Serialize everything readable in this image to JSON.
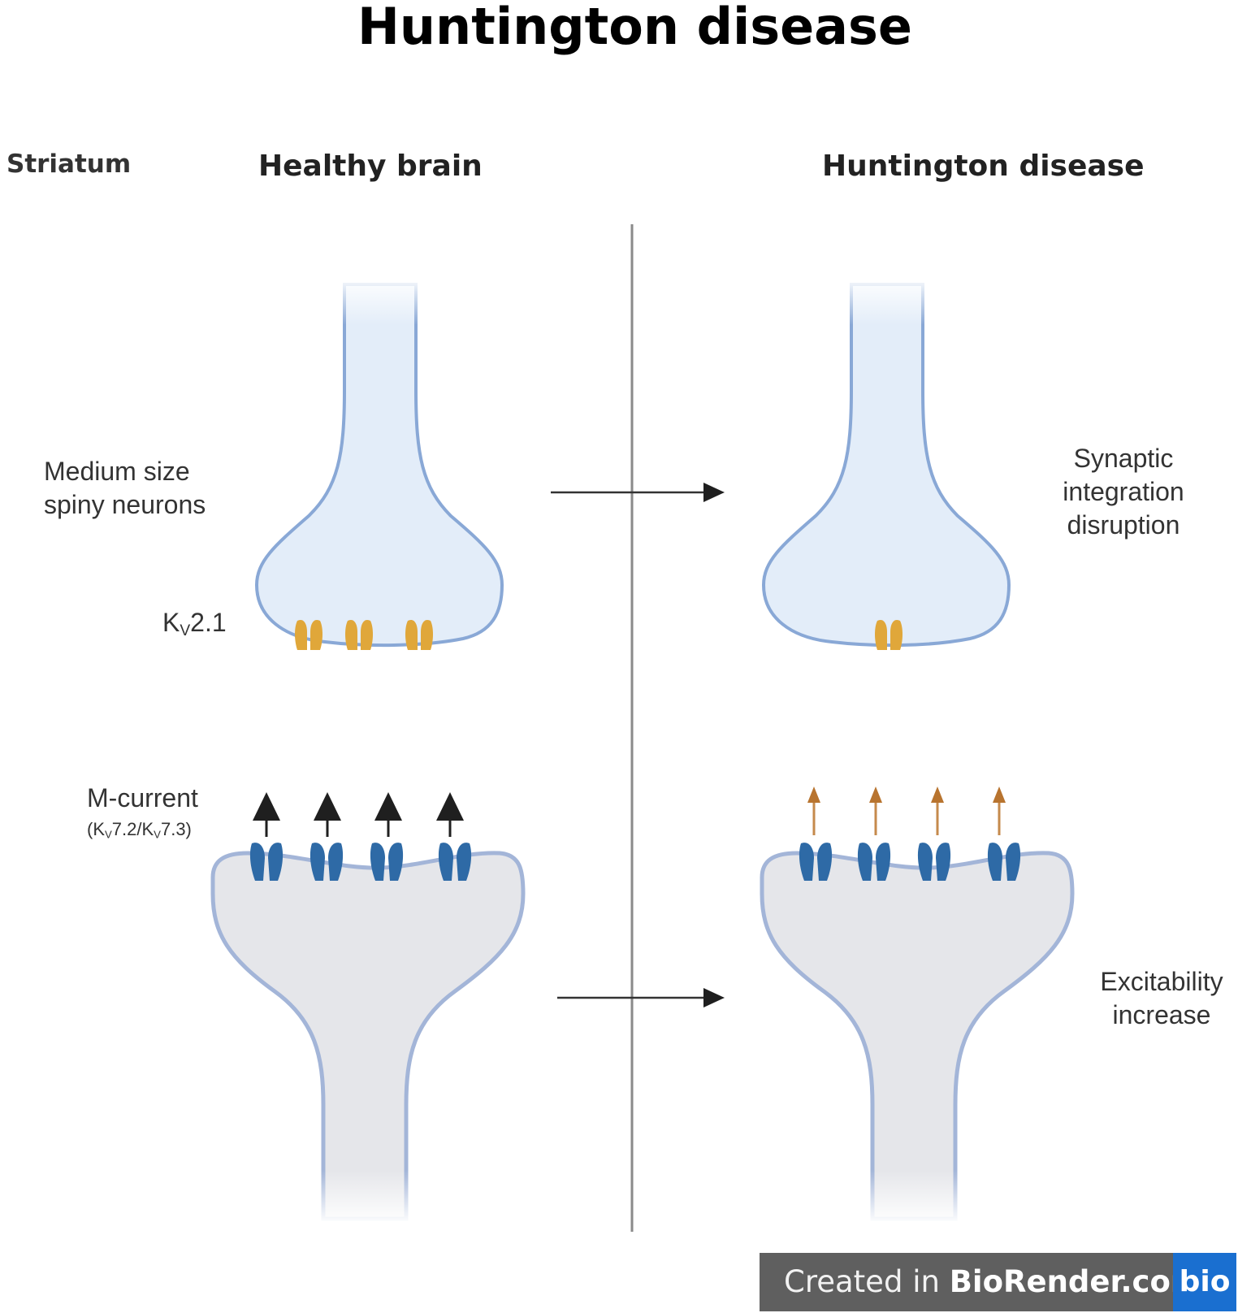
{
  "title": "Huntington disease",
  "region_label": "Striatum",
  "columns": {
    "healthy": "Healthy brain",
    "disease": "Huntington disease"
  },
  "labels": {
    "neuron_type_line1": "Medium size",
    "neuron_type_line2": "spiny neurons",
    "kv21_base": "K",
    "kv21_sub": "V",
    "kv21_rest": "2.1",
    "mcurrent": "M-current",
    "mcurrent_sub_open": "(K",
    "mcurrent_sub_v1": "V",
    "mcurrent_sub_mid": "7.2/K",
    "mcurrent_sub_v2": "V",
    "mcurrent_sub_close": "7.3)"
  },
  "outcomes": {
    "synaptic_line1": "Synaptic",
    "synaptic_line2": "integration",
    "synaptic_line3": "disruption",
    "excitability_line1": "Excitability",
    "excitability_line2": "increase"
  },
  "watermark": {
    "prefix": "Created in ",
    "brand": "BioRender.com",
    "logo": "bio"
  },
  "colors": {
    "presynaptic_fill": "#e3edf9",
    "membrane": "#89a8d6",
    "postsynaptic_fill": "#e5e6ea",
    "kv21_channel": "#e0a73a",
    "kv7_channel": "#2e6aa6",
    "healthy_current_arrow": "#1f1f1f",
    "disease_current_arrow": "#b8742f"
  },
  "channel_counts": {
    "kv21_healthy": 3,
    "kv21_disease": 1,
    "kv7_healthy": 4,
    "kv7_disease": 4
  }
}
